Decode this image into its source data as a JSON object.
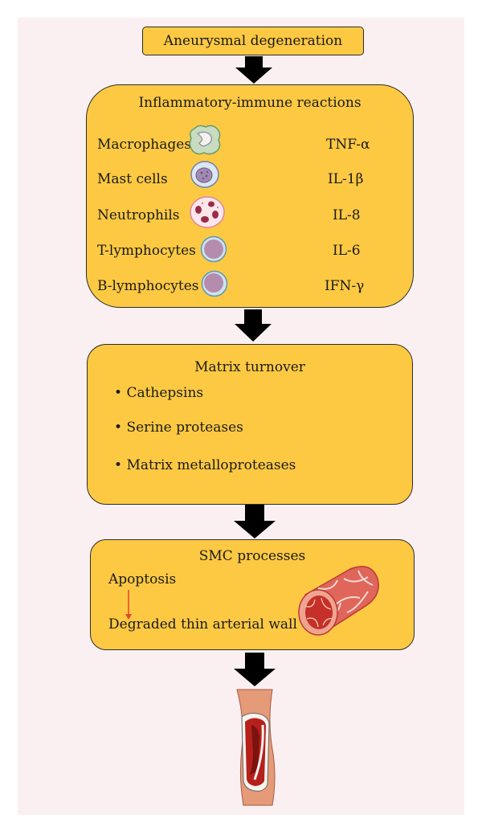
{
  "top": {
    "title": "Aneurysmal degeneration"
  },
  "inflammation": {
    "title": "Inflammatory-immune reactions",
    "cells": [
      {
        "name": "Macrophages",
        "icon": "macrophage-icon"
      },
      {
        "name": "Mast cells",
        "icon": "mast-cell-icon"
      },
      {
        "name": "Neutrophils",
        "icon": "neutrophil-icon"
      },
      {
        "name": "T-lymphocytes",
        "icon": "t-lymphocyte-icon"
      },
      {
        "name": "B-lymphocytes",
        "icon": "b-lymphocyte-icon"
      }
    ],
    "cytokines": [
      "TNF-α",
      "IL-1β",
      "IL-8",
      "IL-6",
      "IFN-γ"
    ]
  },
  "matrix": {
    "title": "Matrix turnover",
    "items": [
      "Cathepsins",
      "Serine proteases",
      "Matrix metalloproteases"
    ]
  },
  "smc": {
    "title": "SMC processes",
    "from": "Apoptosis",
    "to": "Degraded thin arterial wall",
    "icon": "artery-section-icon"
  },
  "bottom": {
    "icon": "damaged-artery-icon"
  },
  "colors": {
    "box": "#fdc943",
    "background": "#fbf0f1",
    "arrow": "#000000",
    "red_arrow": "#e0452b"
  }
}
